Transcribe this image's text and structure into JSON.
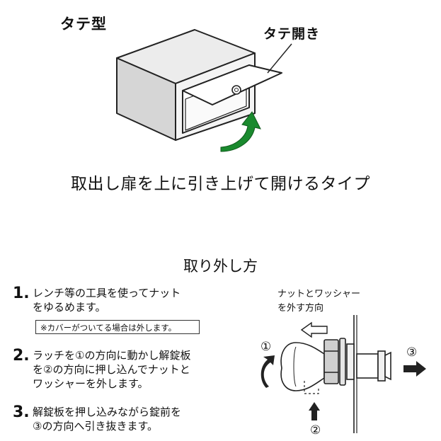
{
  "header": {
    "type_title": "タテ型",
    "open_label": "タテ開き"
  },
  "caption": "取出し扉を上に引き上げて開けるタイプ",
  "removal": {
    "title": "取り外し方",
    "steps": [
      {
        "number": "1.",
        "lines": [
          "レンチ等の工具を使ってナット",
          "をゆるめます。"
        ]
      },
      {
        "number": "2.",
        "lines": [
          "ラッチを①の方向に動かし解錠板",
          "を②の方向に押し込んでナットと",
          "ワッシャーを外します。"
        ]
      },
      {
        "number": "3.",
        "lines": [
          "解錠板を押し込みながら錠前を",
          "③の方向へ引き抜きます。"
        ]
      }
    ],
    "note": "※カバーがついてる場合は外します。"
  },
  "diagram": {
    "direction_label": [
      "ナットとワッシャー",
      "を外す方向"
    ],
    "markers": [
      "①",
      "②",
      "③"
    ],
    "colors": {
      "green_arrow": "#1a8a2e",
      "line": "#222222",
      "fill_gray": "#cfcfcf"
    }
  }
}
